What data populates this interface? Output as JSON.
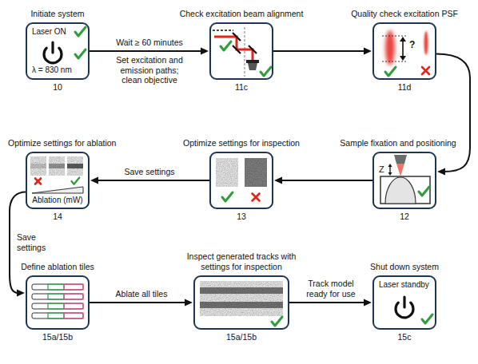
{
  "diagram": {
    "nodes": [
      {
        "text": [
          "Initiate system",
          "Laser ON",
          "λ = 830 nm",
          "10"
        ]
      },
      {
        "text": [
          "Check excitation beam alignment",
          "11c"
        ]
      },
      {
        "text": [
          "Quality check excitation PSF",
          "?",
          "11d"
        ]
      },
      {
        "text": [
          "Sample fixation and positioning",
          "Z",
          "12"
        ]
      },
      {
        "text": [
          "Optimize settings for inspection",
          "13"
        ]
      },
      {
        "text": [
          "Optimize settings for ablation",
          "Ablation (mW)",
          "14"
        ]
      },
      {
        "text": [
          "Define ablation tiles",
          "15a/15b"
        ]
      },
      {
        "text": [
          "Inspect generated tracks with settings for inspection",
          "15a/15b"
        ]
      },
      {
        "text": [
          "Shut down system",
          "Laser standby",
          "15c"
        ]
      }
    ],
    "edges": [
      {
        "from": 0,
        "to": 1,
        "arrow": "to",
        "label": "Wait ≥ 60 minutes"
      },
      {
        "from": 1,
        "to": 2,
        "arrow": "to"
      },
      {
        "from": 2,
        "to": 3,
        "arrow": "to"
      },
      {
        "from": 3,
        "to": 4,
        "arrow": "to"
      },
      {
        "from": 4,
        "to": 5,
        "arrow": "to",
        "label": "Save settings"
      },
      {
        "from": 5,
        "to": 6,
        "arrow": "to",
        "label": "Save settings"
      },
      {
        "from": 6,
        "to": 7,
        "arrow": "to",
        "label": "Ablate all tiles"
      },
      {
        "from": 7,
        "to": 8,
        "arrow": "to",
        "label": "Track model ready for use"
      }
    ],
    "labels": [
      "Set excitation and emission paths; clean objective"
    ]
  }
}
